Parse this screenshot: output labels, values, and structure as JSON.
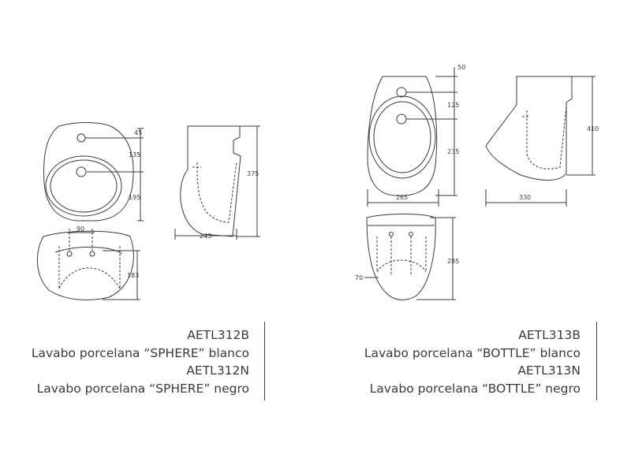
{
  "products": [
    {
      "name": "SPHERE",
      "codes": [
        "AETL312B",
        "AETL312N"
      ],
      "descriptions": [
        "Lavabo porcelana “SPHERE” blanco",
        "Lavabo porcelana “SPHERE” negro"
      ],
      "dimensions": {
        "top_offset": "45",
        "hole_spacing_front": "135",
        "bowl_depth_front": "195",
        "height_side": "375",
        "depth_side": "243",
        "tap_spacing": "90",
        "front_height": "183"
      }
    },
    {
      "name": "BOTTLE",
      "codes": [
        "AETL313B",
        "AETL313N"
      ],
      "descriptions": [
        "Lavabo porcelana “BOTTLE” blanco",
        "Lavabo porcelana “BOTTLE” negro"
      ],
      "dimensions": {
        "top_offset": "50",
        "hole_spacing_front": "125",
        "bowl_depth_front": "235",
        "width_top": "265",
        "height_side": "410",
        "depth_side": "330",
        "front_height": "285",
        "front_offset": "70"
      }
    }
  ]
}
